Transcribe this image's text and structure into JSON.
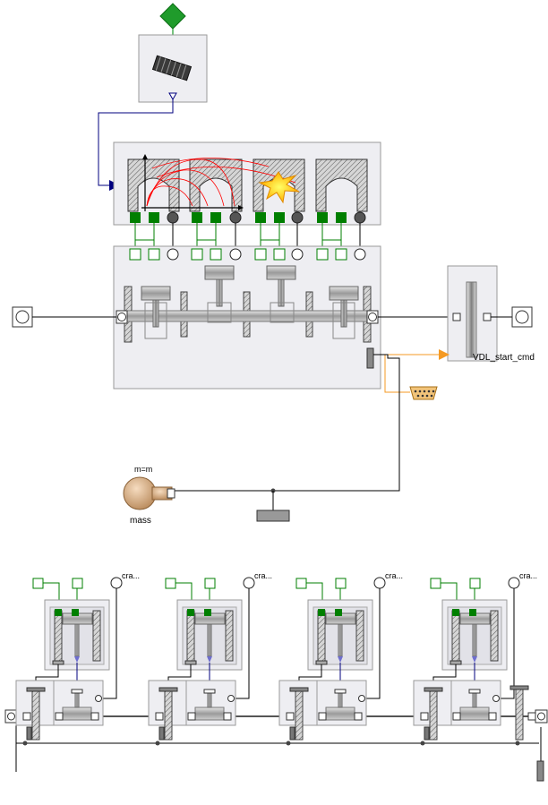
{
  "labels": {
    "vdl_start_cmd": "VDL_start_cmd",
    "mass_param": "m=m",
    "mass_name": "mass",
    "crank_ref": "cra..."
  },
  "icons": [
    "signal-source-diamond-icon",
    "throttle-icon",
    "cylinder-head-icon",
    "crankshaft-block-icon",
    "starter-icon",
    "connector-icon",
    "mass-icon",
    "fixed-ground-icon",
    "bus-connector-icon",
    "cylinder-icon",
    "crank-icon"
  ],
  "colors": {
    "block_fill": "#eeeef2",
    "block_stroke": "#8f8f8f",
    "signal_green": "#007f00",
    "control_blue": "#00007f",
    "bus_orange": "#f59a23",
    "valve_curve_red": "#ff0000"
  },
  "cylinder_units": 4
}
